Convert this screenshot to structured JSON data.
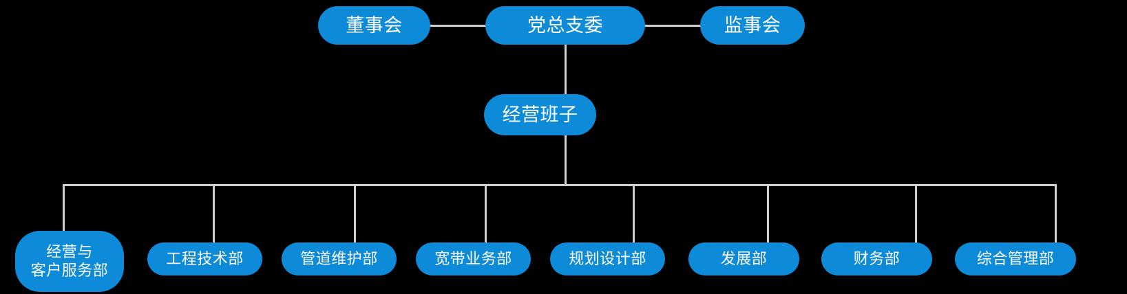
{
  "chart": {
    "type": "org-chart",
    "title": "",
    "background_color": "#000000",
    "node_color": "#0d8ad8",
    "node_text_color": "#ffffff",
    "connector_color": "#d0d0d0",
    "top_row": [
      {
        "id": "board-of-directors",
        "label": "董事会"
      },
      {
        "id": "party-branch-committee",
        "label": "党总支委"
      },
      {
        "id": "board-of-supervisors",
        "label": "监事会"
      }
    ],
    "middle_row": [
      {
        "id": "management-team",
        "label": "经营班子"
      }
    ],
    "departments": [
      {
        "id": "operations-customer-service",
        "label": "经营与\n客户服务部"
      },
      {
        "id": "engineering-technology",
        "label": "工程技术部"
      },
      {
        "id": "pipeline-maintenance",
        "label": "管道维护部"
      },
      {
        "id": "broadband-business",
        "label": "宽带业务部"
      },
      {
        "id": "planning-design",
        "label": "规划设计部"
      },
      {
        "id": "development",
        "label": "发展部"
      },
      {
        "id": "finance",
        "label": "财务部"
      },
      {
        "id": "general-management",
        "label": "综合管理部"
      }
    ]
  }
}
